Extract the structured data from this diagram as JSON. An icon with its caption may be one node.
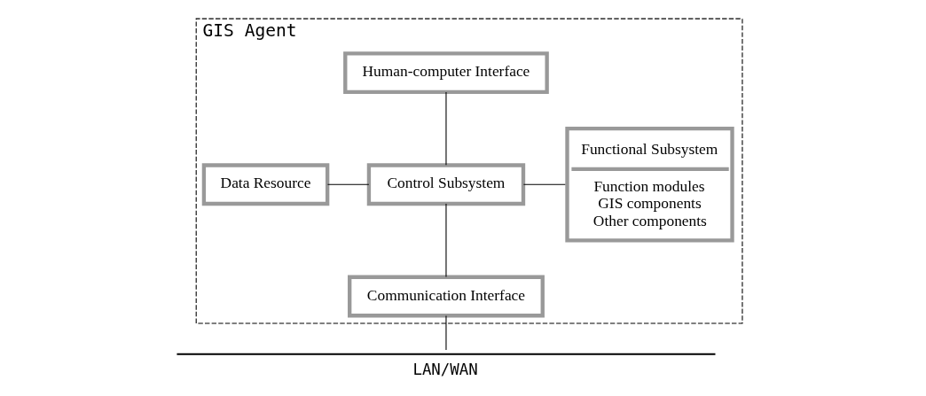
{
  "diagram": {
    "nodes": [
      {
        "text": [
          "GIS Agent"
        ]
      },
      {
        "text": [
          "Human-computer Interface"
        ],
        "in": 0
      },
      {
        "text": [
          "Data Resource"
        ],
        "in": 0
      },
      {
        "text": [
          "Control Subsystem"
        ],
        "in": 0
      },
      {
        "text": [
          "Functional Subsystem",
          "Function modules",
          "GIS components",
          "Other components"
        ],
        "in": 0
      },
      {
        "text": [
          "Communication Interface"
        ],
        "in": 0
      },
      {
        "text": [
          "LAN/WAN"
        ]
      }
    ],
    "edges": [
      {
        "from": 1,
        "to": 3,
        "arrow": "none"
      },
      {
        "from": 2,
        "to": 3,
        "arrow": "none"
      },
      {
        "from": 3,
        "to": 4,
        "arrow": "none"
      },
      {
        "from": 3,
        "to": 5,
        "arrow": "none"
      },
      {
        "from": 5,
        "to": 6,
        "arrow": "none"
      }
    ]
  }
}
